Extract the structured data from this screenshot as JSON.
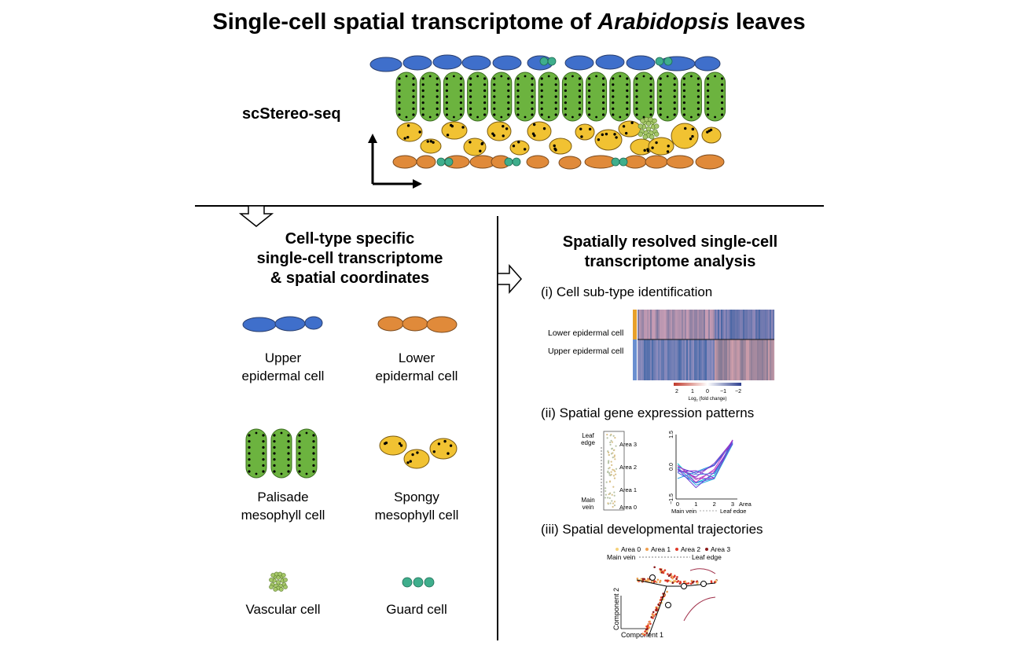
{
  "title": {
    "prefix": "Single-cell spatial transcriptome of ",
    "italic": "Arabidopsis",
    "suffix": " leaves"
  },
  "method_label": "scStereo-seq",
  "left_panel": {
    "heading_lines": [
      "Cell-type specific",
      "single-cell transcriptome",
      "& spatial coordinates"
    ],
    "cells": [
      {
        "id": "upper",
        "lines": [
          "Upper",
          "epidermal cell"
        ],
        "color": "#3f6fcb"
      },
      {
        "id": "lower",
        "lines": [
          "Lower",
          "epidermal cell"
        ],
        "color": "#e08a3a"
      },
      {
        "id": "palisade",
        "lines": [
          "Palisade",
          "mesophyll cell"
        ],
        "color": "#6cb33f"
      },
      {
        "id": "spongy",
        "lines": [
          "Spongy",
          "mesophyll cell"
        ],
        "color": "#f1c232"
      },
      {
        "id": "vascular",
        "lines": [
          "Vascular cell"
        ],
        "color": "#a6c86a"
      },
      {
        "id": "guard",
        "lines": [
          "Guard cell"
        ],
        "color": "#3fae8c"
      }
    ]
  },
  "right_panel": {
    "heading_lines": [
      "Spatially resolved single-cell",
      "transcriptome analysis"
    ],
    "section1": {
      "label": "(i) Cell sub-type identification",
      "row_labels": [
        "Lower epidermal cell",
        "Upper epidermal cell"
      ],
      "colorbar_ticks": [
        "2",
        "1",
        "0",
        "−1",
        "−2"
      ],
      "colorbar_label_pre": "Log",
      "colorbar_label_sub": "2",
      "colorbar_label_post": " (fold change)"
    },
    "section2": {
      "label": "(ii) Spatial gene expression patterns",
      "leaf_top": "Leaf",
      "leaf_top2": "edge",
      "main_vein": "Main",
      "main_vein2": "vein",
      "areas": [
        "Area 3",
        "Area 2",
        "Area 1",
        "Area 0"
      ],
      "y_ticks": [
        "1.5",
        "0.0",
        "−1.5"
      ],
      "x_ticks": [
        "0",
        "1",
        "2",
        "3"
      ],
      "x_unit": "Area",
      "x_left": "Main vein",
      "x_right": "Leaf edge"
    },
    "section3": {
      "label": "(iii) Spatial developmental trajectories",
      "legend": [
        "Area 0",
        "Area 1",
        "Area 2",
        "Area 3"
      ],
      "legend_colors": [
        "#f5d27a",
        "#f0a050",
        "#e03a2a",
        "#8b1a1a"
      ],
      "axis_left": "Main vein",
      "axis_right": "Leaf edge",
      "ylabel": "Component 2",
      "xlabel": "Component 1"
    }
  },
  "colors": {
    "upper": "#3f6fcb",
    "lower": "#e08a3a",
    "palisade": "#6cb33f",
    "spongy": "#f1c232",
    "vascular": "#a6c86a",
    "guard": "#3fae8c"
  }
}
